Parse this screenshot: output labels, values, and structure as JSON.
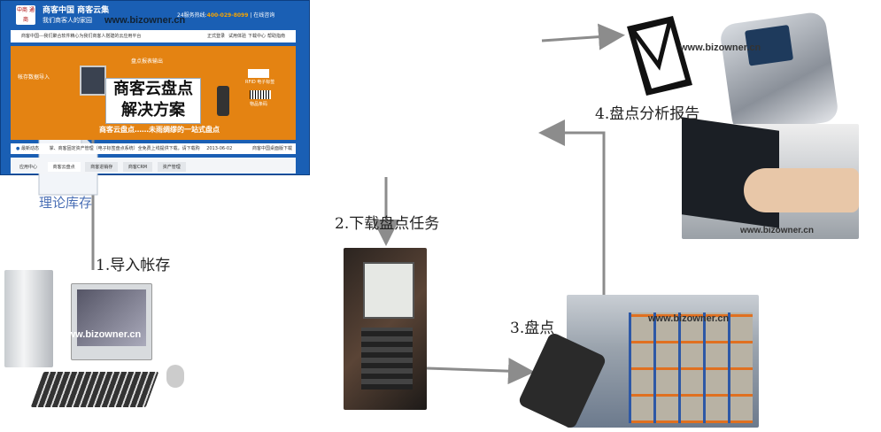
{
  "steps": {
    "import": "1.导入帐存",
    "download": "2.下载盘点任务",
    "count": "3.盘点",
    "report": "4.盘点分析报告"
  },
  "document_label": "理论库存",
  "watermark": "www.bizowner.cn",
  "website": {
    "logo": "中商 通商",
    "brand": "商客中国 商客云集",
    "slogan": "我们商客人的家园",
    "hotline_label": "24服务热线:",
    "hotline": "400-029-8099",
    "online": "在线咨询",
    "nav_text": "商客中国---我们聚合软件精心为我们商客人搭建的云应用平台",
    "nav_links": [
      "正式登录",
      "试用体验",
      "下载中心",
      "帮助指南"
    ],
    "banner_labels": [
      "帐存数据导入",
      "盘点报表输出",
      "RFID 电子标签",
      "物品条码"
    ],
    "overlay_line1": "商客云盘点",
    "overlay_line2": "解决方案",
    "banner_caption": "商客云盘点……未雨绸缪的一站式盘点",
    "news_label": "最新动态",
    "news_text": "掌、商客固定资产管理（电子标签盘点系统）全免费上线提供下载，请下载购",
    "news_date": "2013-06-02",
    "news_right": "商客中国桌面版下载",
    "tabs": [
      "应用中心",
      "商客云盘点",
      "商客进销存",
      "商客CRM",
      "资产管理"
    ]
  },
  "colors": {
    "arrow": "#8c8c8c",
    "web_blue": "#1a5fb4",
    "banner_orange": "#e48312",
    "doc_label": "#4a6fb5"
  }
}
